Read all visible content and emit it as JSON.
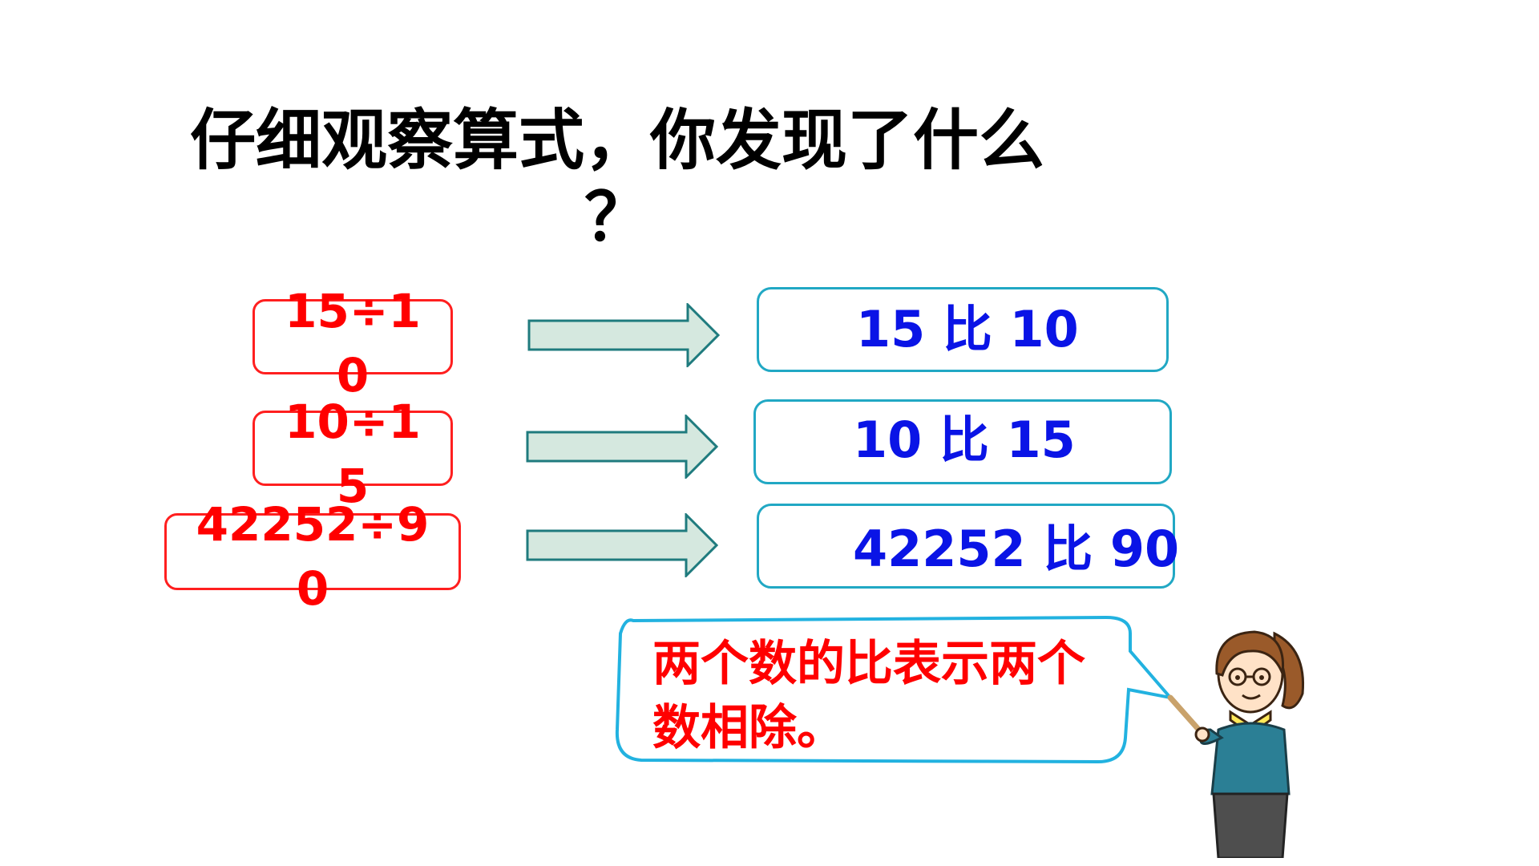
{
  "title": {
    "line1": "仔细观察算式，你发现了什么",
    "line2": "？"
  },
  "rows": [
    {
      "expression": "15÷10",
      "ratio": "15 比 10"
    },
    {
      "expression": "10÷15",
      "ratio": "10 比 15"
    },
    {
      "expression": "42252÷90",
      "ratio": "42252 比 90"
    }
  ],
  "bubble": {
    "text": "两个数的比表示两个数相除。"
  },
  "colors": {
    "expression_text": "#ff0000",
    "expression_border": "#ff1f1f",
    "ratio_text": "#0a14e6",
    "ratio_border": "#21a8c4",
    "arrow_fill": "#d5e8df",
    "arrow_stroke": "#1f7b7e",
    "bubble_border": "#22b2e0",
    "bubble_text": "#ff0000"
  }
}
